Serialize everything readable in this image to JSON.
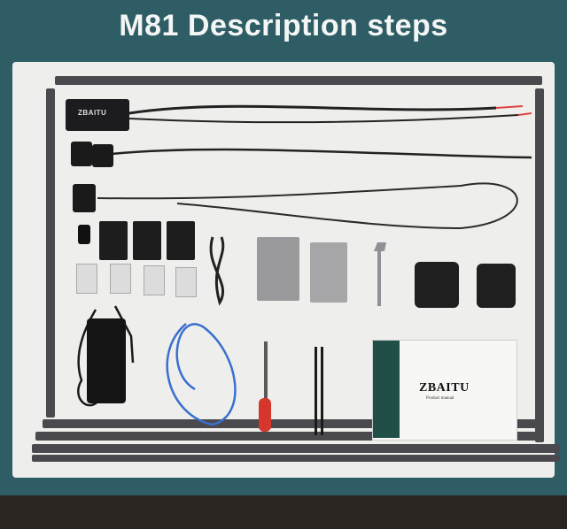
{
  "title": "M81 Description steps",
  "parts": {
    "controller_brand": "ZBAITU",
    "box_brand": "ZBAITU",
    "box_subtitle": "Product manual"
  }
}
